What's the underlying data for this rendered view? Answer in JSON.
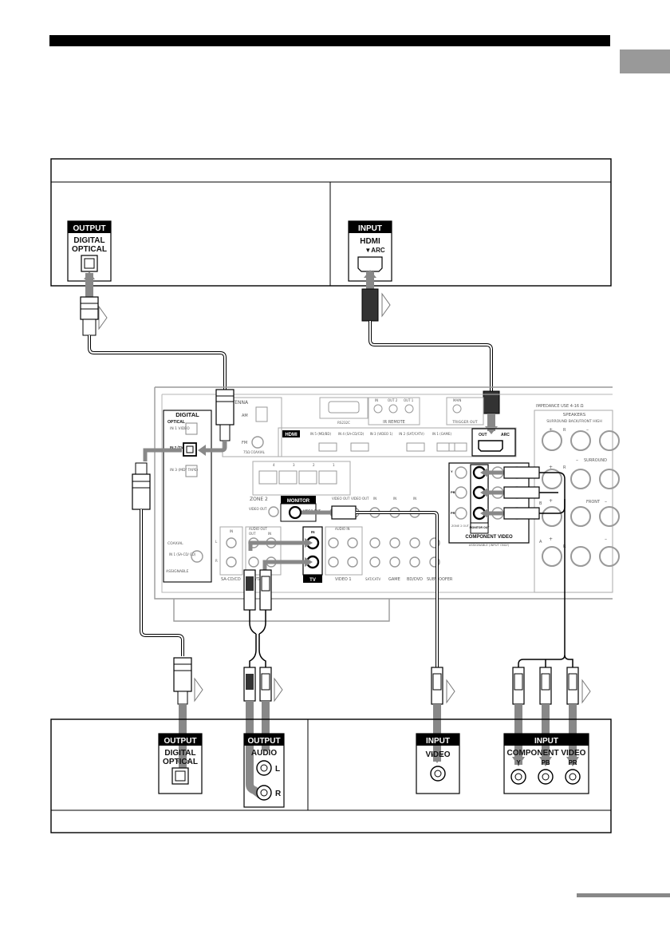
{
  "top_devices": {
    "left_jack": {
      "title": "OUTPUT",
      "line1": "DIGITAL",
      "line2": "OPTICAL"
    },
    "right_jack": {
      "title": "INPUT",
      "line1": "HDMI",
      "line2": "▼ARC"
    }
  },
  "receiver": {
    "antenna": "ANTENNA",
    "am": "AM",
    "fm": "FM",
    "fm_sub": "75Ω COAXIAL",
    "digital": "DIGITAL",
    "optical": "OPTICAL",
    "in1_video": "IN 1 VIDEO",
    "in2_tv": "IN 2 (TV)",
    "in3": "IN 3 (MD/ TAPE)",
    "coaxial": "COAXIAL",
    "coax_in": "IN 1 (SA-CD/ CD)",
    "assignable": "ASSIGNABLE",
    "rs232c": "RS232C",
    "ir_remote": "IR REMOTE",
    "ir_in": "IN",
    "ir_out2": "OUT 2",
    "ir_out1": "OUT 1",
    "trigger_main": "MAIN",
    "trigger_out": "TRIGGER OUT",
    "hdmi": "HDMI",
    "hdmi_in5": "IN 5 (MD/BD)",
    "hdmi_in4": "IN 4 (SA-CD/CD)",
    "hdmi_in3": "IN 3 (VIDEO 1)",
    "hdmi_in2": "IN 2 (SAT/CATV)",
    "hdmi_in1": "IN 1 (GAME)",
    "hdmi_out": "OUT",
    "hdmi_arc": "ARC",
    "lan_4": "4",
    "lan_3": "3",
    "lan_2": "2",
    "lan_1": "1",
    "zone2": "ZONE 2",
    "monitor": "MONITOR",
    "video_out": "VIDEO OUT",
    "in": "IN",
    "out": "OUT",
    "audio_in": "AUDIO IN",
    "audio_out": "AUDIO OUT",
    "sa_cd": "SA-CD/CD",
    "md_tape": "MD/TAPE",
    "tv": "TV",
    "video1": "VIDEO 1",
    "sat_catv": "SAT/CATV",
    "game": "GAME",
    "bd_dvd": "BD/DVD",
    "subwoofer": "SUBWOOFER",
    "component_video": "COMPONENT VIDEO",
    "comp_y": "Y",
    "comp_pb": "PB",
    "comp_pr": "PR",
    "zone2_out": "ZONE 2 OUT",
    "monitor_out": "MONITOR OUT",
    "assignable_input_only": "ASSIGNABLE (INPUT ONLY)",
    "impedance": "IMPEDANCE USE 4-16 Ω",
    "speakers": "SPEAKERS",
    "surround_back": "SURROUND BACK/FRONT HIGH",
    "surround": "SURROUND",
    "front": "FRONT",
    "front_a": "A",
    "front_b": "B",
    "r": "R",
    "l": "L",
    "plus": "+",
    "minus": "–"
  },
  "bottom_devices": {
    "optical_out": {
      "title": "OUTPUT",
      "line1": "DIGITAL",
      "line2": "OPTICAL"
    },
    "audio_out": {
      "title": "OUTPUT",
      "line1": "AUDIO",
      "l": "L",
      "r": "R"
    },
    "video_in": {
      "title": "INPUT",
      "line1": "VIDEO"
    },
    "component_in": {
      "title": "INPUT",
      "line1": "COMPONENT VIDEO",
      "y": "Y",
      "pb": "PB",
      "pr": "PR"
    }
  }
}
